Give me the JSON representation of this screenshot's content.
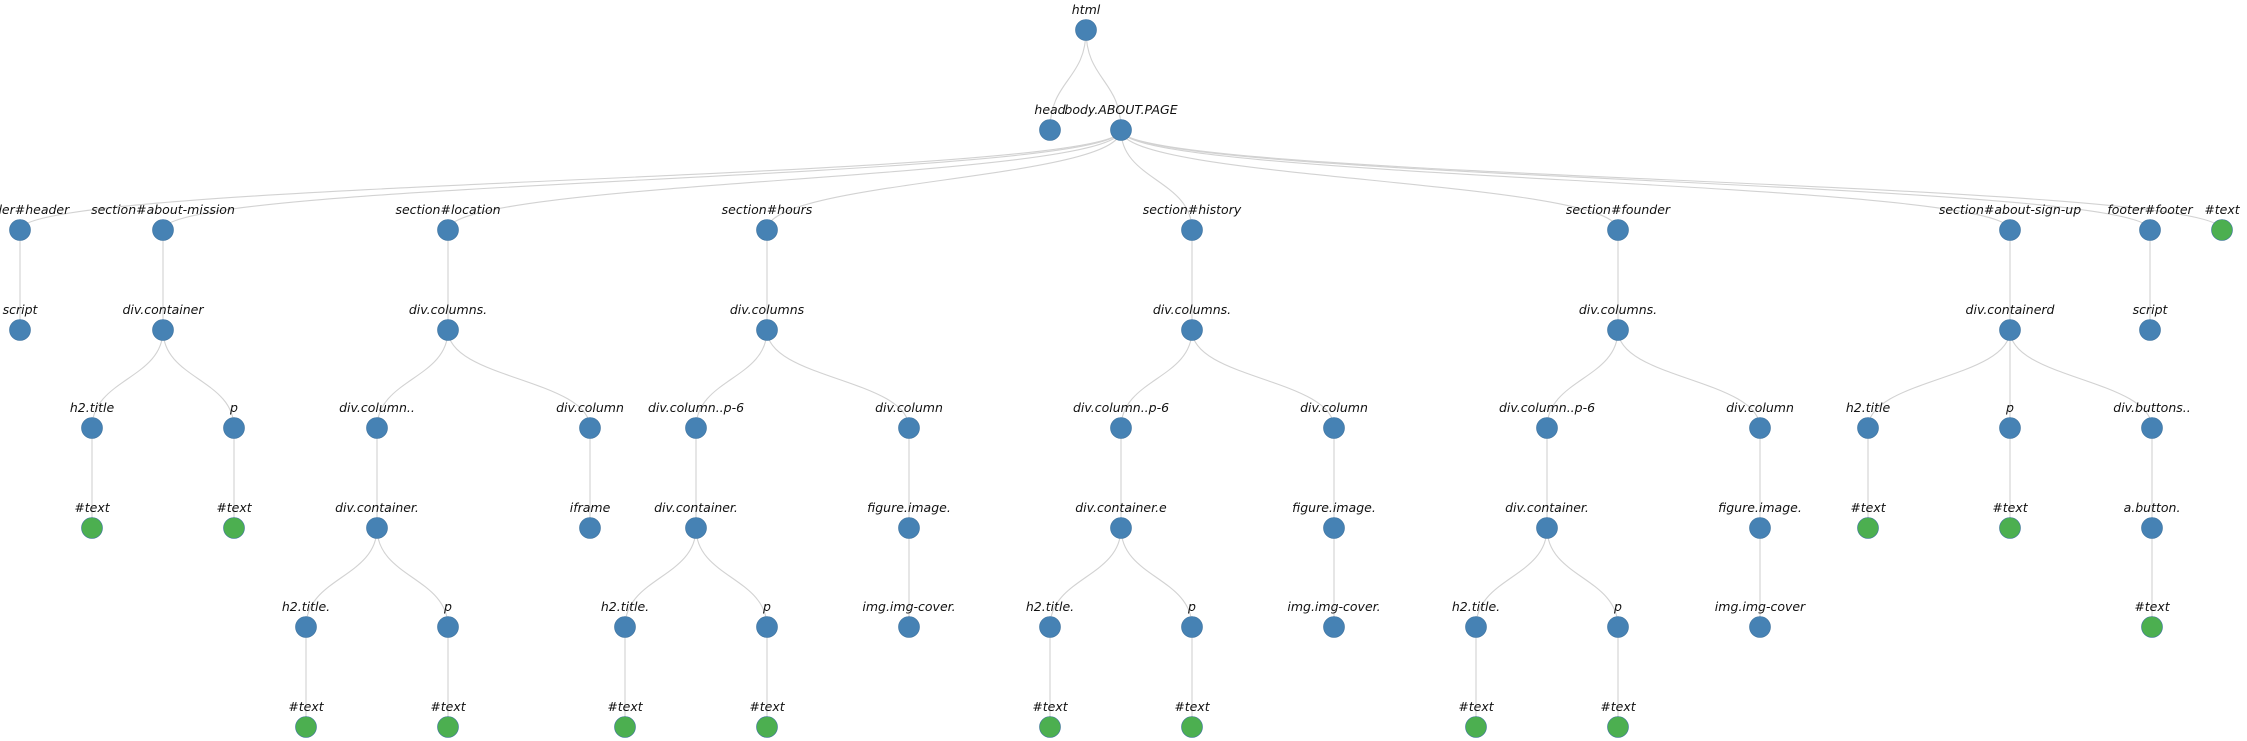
{
  "colors": {
    "element": "#4682b4",
    "text": "#4caf50",
    "edge": "#d2d2d2"
  },
  "tree": {
    "label": "html",
    "type": "element",
    "children": [
      {
        "label": "head",
        "type": "element",
        "children": []
      },
      {
        "label": "body.ABOUT.PAGE",
        "type": "element",
        "children": [
          {
            "label": "header#header",
            "type": "element",
            "children": [
              {
                "label": "script",
                "type": "element",
                "children": []
              }
            ]
          },
          {
            "label": "section#about-mission",
            "type": "element",
            "children": [
              {
                "label": "div.container",
                "type": "element",
                "children": [
                  {
                    "label": "h2.title",
                    "type": "element",
                    "children": [
                      {
                        "label": "#text",
                        "type": "text",
                        "children": []
                      }
                    ]
                  },
                  {
                    "label": "p",
                    "type": "element",
                    "children": [
                      {
                        "label": "#text",
                        "type": "text",
                        "children": []
                      }
                    ]
                  }
                ]
              }
            ]
          },
          {
            "label": "section#location",
            "type": "element",
            "children": [
              {
                "label": "div.columns.",
                "type": "element",
                "children": [
                  {
                    "label": "div.column..",
                    "type": "element",
                    "children": [
                      {
                        "label": "div.container.",
                        "type": "element",
                        "children": [
                          {
                            "label": "h2.title.",
                            "type": "element",
                            "children": [
                              {
                                "label": "#text",
                                "type": "text",
                                "children": []
                              }
                            ]
                          },
                          {
                            "label": "p",
                            "type": "element",
                            "children": [
                              {
                                "label": "#text",
                                "type": "text",
                                "children": []
                              }
                            ]
                          }
                        ]
                      }
                    ]
                  },
                  {
                    "label": "div.column",
                    "type": "element",
                    "children": [
                      {
                        "label": "iframe",
                        "type": "element",
                        "children": []
                      }
                    ]
                  }
                ]
              }
            ]
          },
          {
            "label": "section#hours",
            "type": "element",
            "children": [
              {
                "label": "div.columns",
                "type": "element",
                "children": [
                  {
                    "label": "div.column..p-6",
                    "type": "element",
                    "children": [
                      {
                        "label": "div.container.",
                        "type": "element",
                        "children": [
                          {
                            "label": "h2.title.",
                            "type": "element",
                            "children": [
                              {
                                "label": "#text",
                                "type": "text",
                                "children": []
                              }
                            ]
                          },
                          {
                            "label": "p",
                            "type": "element",
                            "children": [
                              {
                                "label": "#text",
                                "type": "text",
                                "children": []
                              }
                            ]
                          }
                        ]
                      }
                    ]
                  },
                  {
                    "label": "div.column",
                    "type": "element",
                    "children": [
                      {
                        "label": "figure.image.",
                        "type": "element",
                        "children": [
                          {
                            "label": "img.img-cover.",
                            "type": "element",
                            "children": []
                          }
                        ]
                      }
                    ]
                  }
                ]
              }
            ]
          },
          {
            "label": "section#history",
            "type": "element",
            "children": [
              {
                "label": "div.columns.",
                "type": "element",
                "children": [
                  {
                    "label": "div.column..p-6",
                    "type": "element",
                    "children": [
                      {
                        "label": "div.container.e",
                        "type": "element",
                        "children": [
                          {
                            "label": "h2.title.",
                            "type": "element",
                            "children": [
                              {
                                "label": "#text",
                                "type": "text",
                                "children": []
                              }
                            ]
                          },
                          {
                            "label": "p",
                            "type": "element",
                            "children": [
                              {
                                "label": "#text",
                                "type": "text",
                                "children": []
                              }
                            ]
                          }
                        ]
                      }
                    ]
                  },
                  {
                    "label": "div.column",
                    "type": "element",
                    "children": [
                      {
                        "label": "figure.image.",
                        "type": "element",
                        "children": [
                          {
                            "label": "img.img-cover.",
                            "type": "element",
                            "children": []
                          }
                        ]
                      }
                    ]
                  }
                ]
              }
            ]
          },
          {
            "label": "section#founder",
            "type": "element",
            "children": [
              {
                "label": "div.columns.",
                "type": "element",
                "children": [
                  {
                    "label": "div.column..p-6",
                    "type": "element",
                    "children": [
                      {
                        "label": "div.container.",
                        "type": "element",
                        "children": [
                          {
                            "label": "h2.title.",
                            "type": "element",
                            "children": [
                              {
                                "label": "#text",
                                "type": "text",
                                "children": []
                              }
                            ]
                          },
                          {
                            "label": "p",
                            "type": "element",
                            "children": [
                              {
                                "label": "#text",
                                "type": "text",
                                "children": []
                              }
                            ]
                          }
                        ]
                      }
                    ]
                  },
                  {
                    "label": "div.column",
                    "type": "element",
                    "children": [
                      {
                        "label": "figure.image.",
                        "type": "element",
                        "children": [
                          {
                            "label": "img.img-cover",
                            "type": "element",
                            "children": []
                          }
                        ]
                      }
                    ]
                  }
                ]
              }
            ]
          },
          {
            "label": "section#about-sign-up",
            "type": "element",
            "children": [
              {
                "label": "div.containerd",
                "type": "element",
                "children": [
                  {
                    "label": "h2.title",
                    "type": "element",
                    "children": [
                      {
                        "label": "#text",
                        "type": "text",
                        "children": []
                      }
                    ]
                  },
                  {
                    "label": "p",
                    "type": "element",
                    "children": [
                      {
                        "label": "#text",
                        "type": "text",
                        "children": []
                      }
                    ]
                  },
                  {
                    "label": "div.buttons..",
                    "type": "element",
                    "children": [
                      {
                        "label": "a.button.",
                        "type": "element",
                        "children": [
                          {
                            "label": "#text",
                            "type": "text",
                            "children": []
                          }
                        ]
                      }
                    ]
                  }
                ]
              }
            ]
          },
          {
            "label": "footer#footer",
            "type": "element",
            "children": [
              {
                "label": "script",
                "type": "element",
                "children": []
              }
            ]
          },
          {
            "label": "#text",
            "type": "text",
            "children": []
          }
        ]
      }
    ]
  }
}
